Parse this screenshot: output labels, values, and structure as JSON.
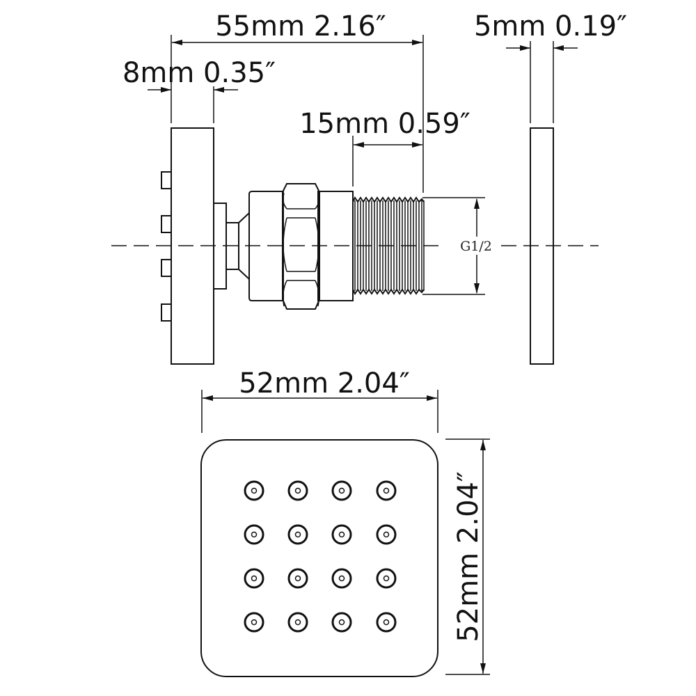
{
  "diagram": {
    "type": "technical-drawing",
    "subject": "square body spray jet with G1/2 threaded connector",
    "line_color": "#111111",
    "background": "#ffffff"
  },
  "dimensions": {
    "overall_length": {
      "mm": "55mm",
      "inch": "2.16″",
      "label": "55mm 2.16″"
    },
    "faceplate_thickness": {
      "mm": "8mm",
      "inch": "0.35″",
      "label": "8mm 0.35″"
    },
    "thread_length": {
      "mm": "15mm",
      "inch": "0.59″",
      "label": "15mm 0.59″"
    },
    "escutcheon_thickness": {
      "mm": "5mm",
      "inch": "0.19″",
      "label": "5mm 0.19″"
    },
    "face_width": {
      "mm": "52mm",
      "inch": "2.04″",
      "label": "52mm 2.04″"
    },
    "face_height": {
      "mm": "52mm",
      "inch": "2.04″",
      "label": "52mm 2.04″"
    }
  },
  "thread": {
    "label": "G1/2"
  },
  "front_view": {
    "nozzle_rows": 4,
    "nozzle_cols": 4,
    "nozzle_count": 16
  }
}
